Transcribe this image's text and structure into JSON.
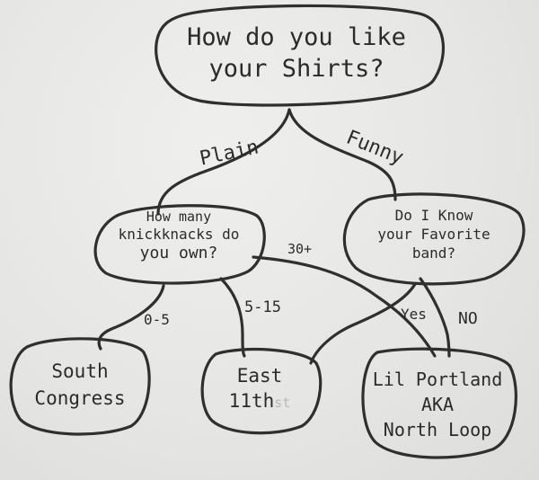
{
  "nodes": {
    "root": {
      "lines": [
        "How do you like",
        "your Shirts?"
      ]
    },
    "knickknacks": {
      "lines": [
        "How many",
        "knickknacks do",
        "you own?"
      ]
    },
    "favorite_band": {
      "lines": [
        "Do I Know",
        "your Favorite",
        "band?"
      ]
    },
    "south_congress": {
      "lines": [
        "South",
        "Congress"
      ]
    },
    "east_11th": {
      "lines": [
        "East",
        "11th"
      ],
      "suffix": "st"
    },
    "lil_portland": {
      "lines": [
        "Lil Portland",
        "AKA",
        "North Loop"
      ]
    }
  },
  "edges": {
    "plain": "Plain",
    "funny": "Funny",
    "range_0_5": "0-5",
    "range_5_15": "5-15",
    "range_30": "30+",
    "yes": "Yes",
    "no": "NO"
  }
}
